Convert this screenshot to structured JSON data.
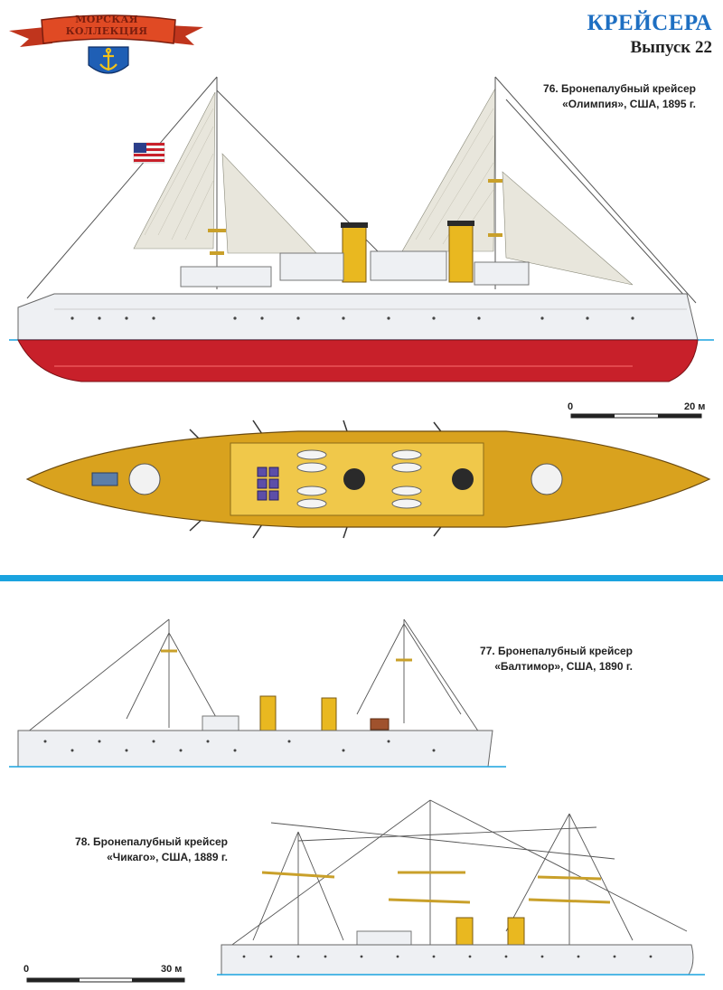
{
  "header": {
    "logo_banner_text": "МОРСКАЯ КОЛЛЕКЦИЯ",
    "title": "КРЕЙСЕРА",
    "issue": "Выпуск 22"
  },
  "ships": [
    {
      "line1": "76. Бронепалубный крейсер",
      "line2": "«Олимпия», США, 1895 г."
    },
    {
      "line1": "77. Бронепалубный крейсер",
      "line2": "«Балтимор», США, 1890 г."
    },
    {
      "line1": "78. Бронепалубный крейсер",
      "line2": "«Чикаго», США, 1889 г."
    }
  ],
  "scales": [
    {
      "start": "0",
      "end": "20 м"
    },
    {
      "start": "0",
      "end": "30 м"
    }
  ],
  "colors": {
    "accent_blue": "#1aa3df",
    "hull_red": "#c8202a",
    "deck_ochre": "#d9a21e",
    "hull_white": "#eef0f3",
    "funnel_yellow": "#e9b820"
  }
}
